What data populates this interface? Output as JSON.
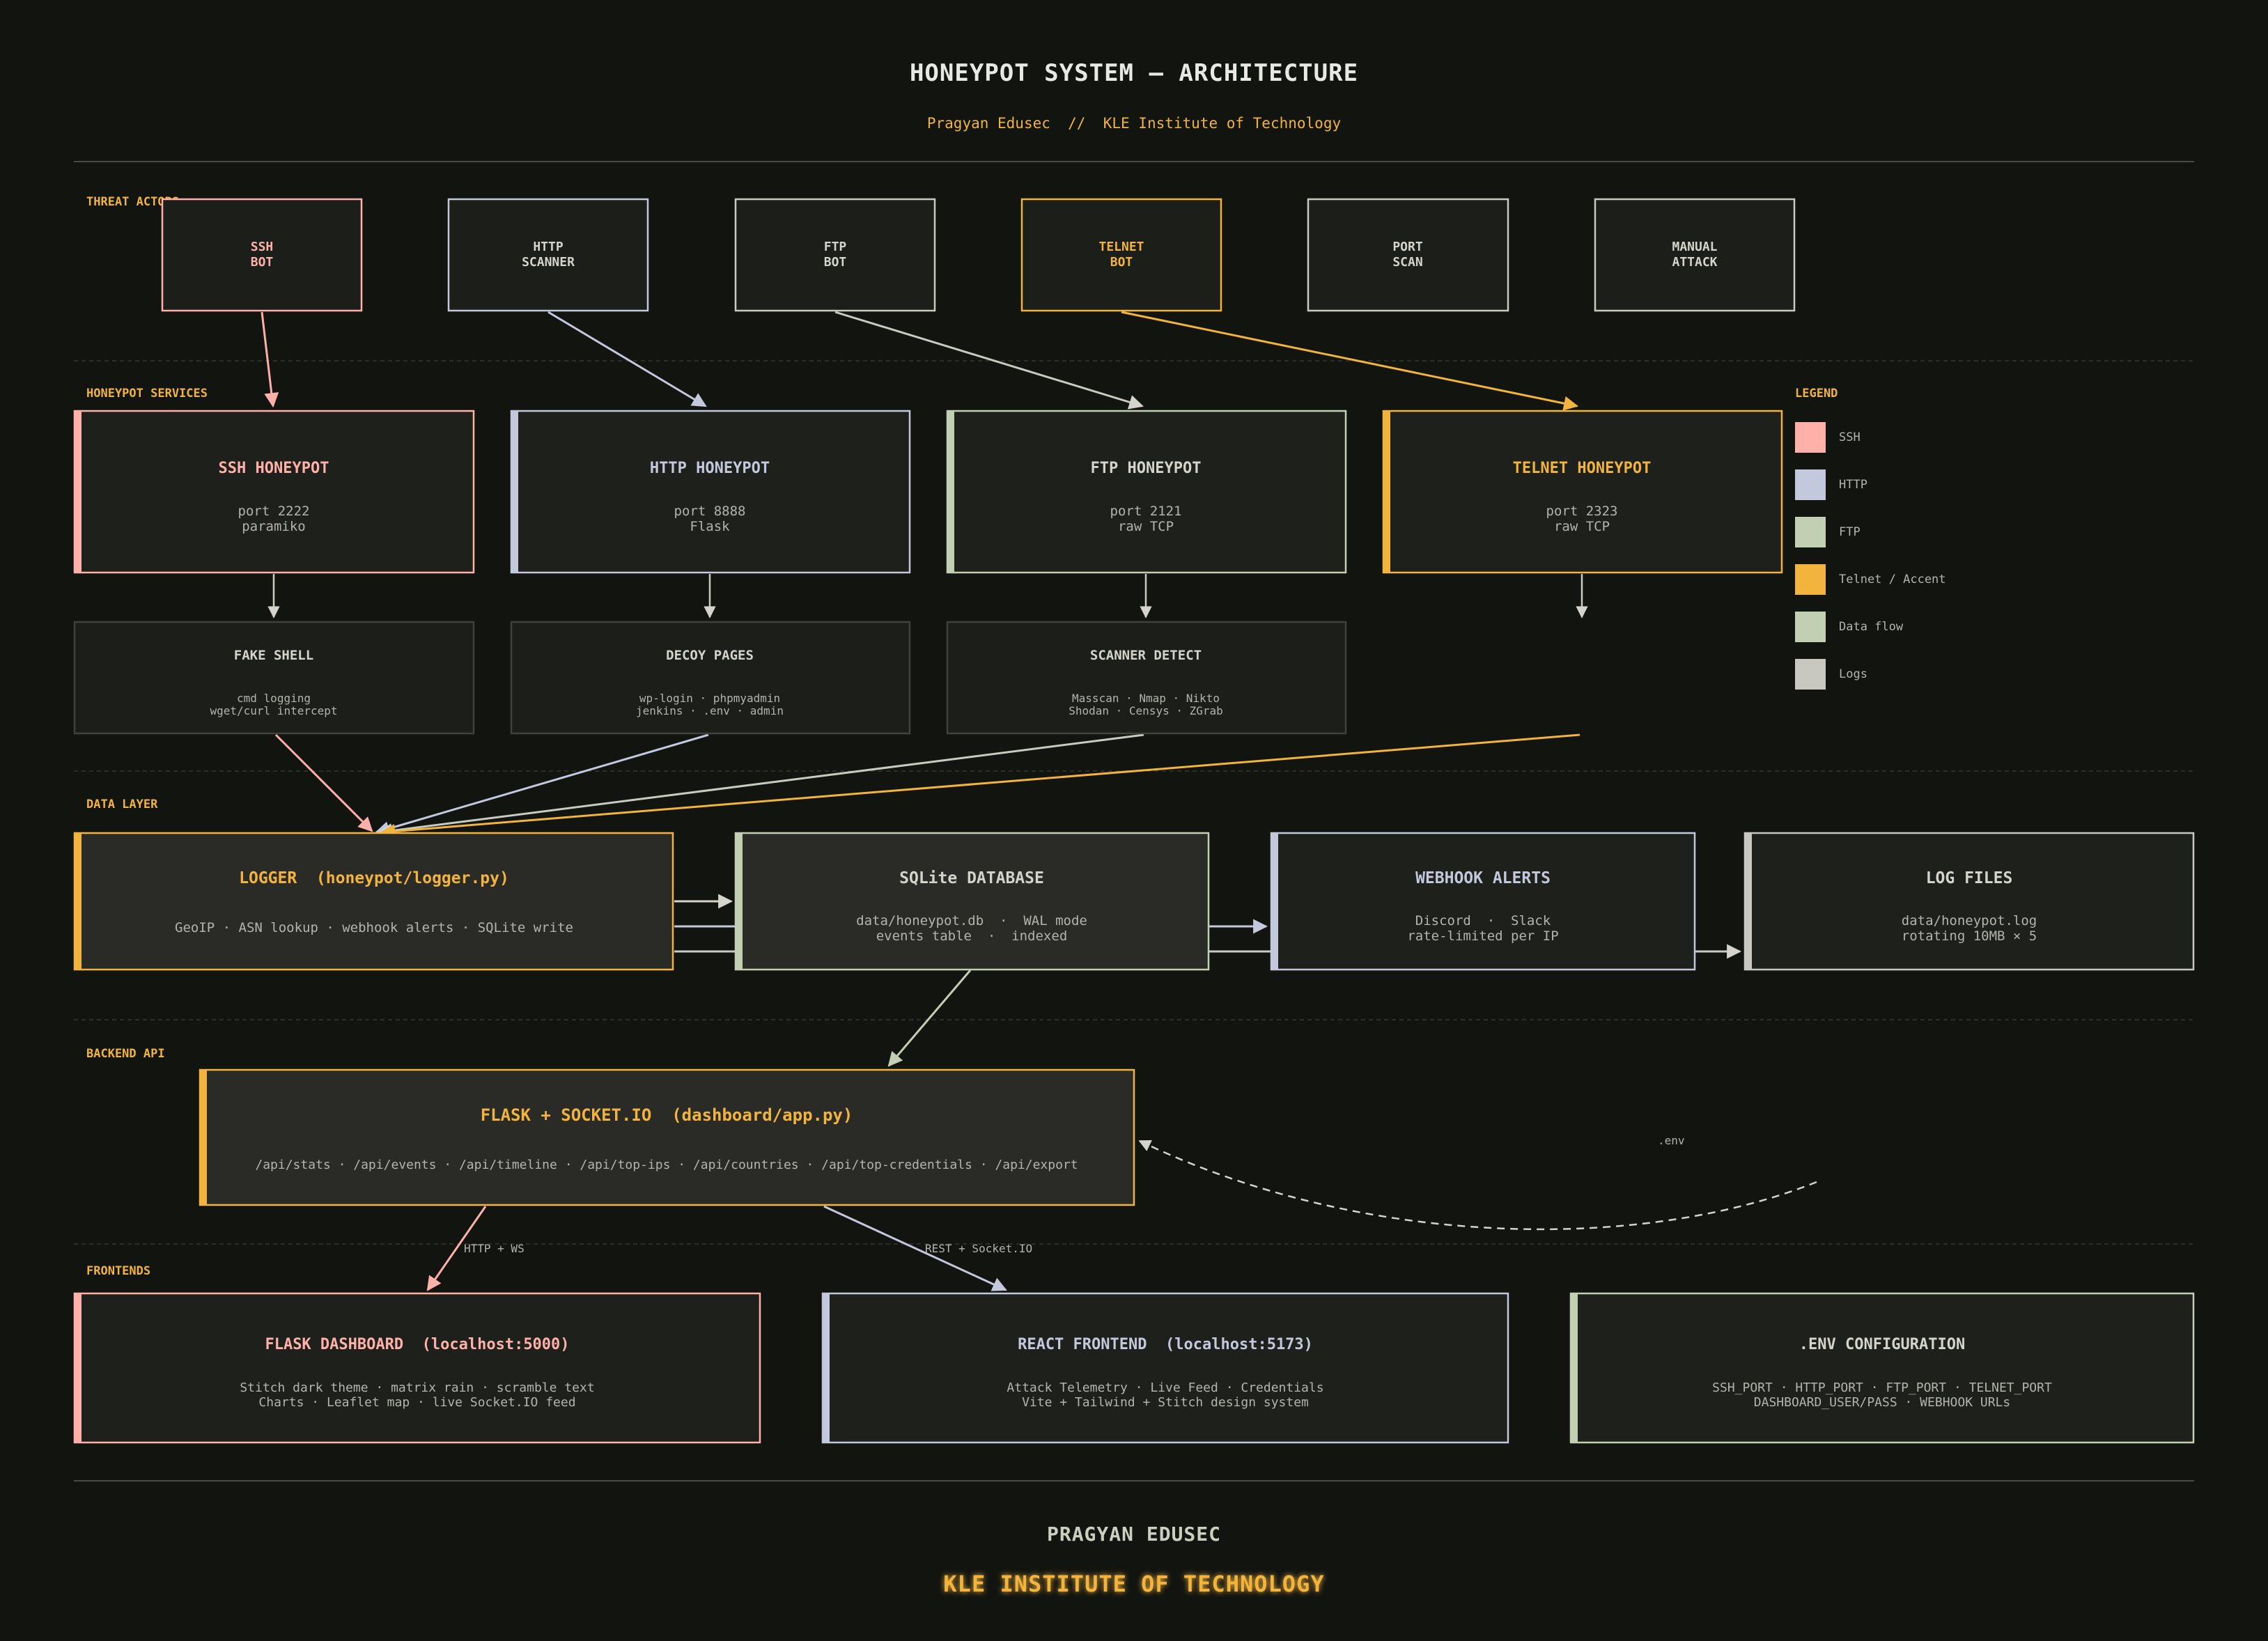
{
  "colors": {
    "ssh": "#ffb0a8",
    "http": "#c4c8dc",
    "ftp": "#c3cfb3",
    "accent": "#f2b43c",
    "dataflow": "#c3cfb3",
    "logs": "#c8c8c0",
    "neutral": "#d4d4cc"
  },
  "header": {
    "title": "HONEYPOT SYSTEM — ARCHITECTURE",
    "subtitle": "Pragyan Edusec  //  KLE Institute of Technology"
  },
  "sections": {
    "threat_actors": "THREAT ACTORS",
    "honeypot_services": "HONEYPOT SERVICES",
    "data_layer": "DATA LAYER",
    "backend_api": "BACKEND API",
    "frontends": "FRONTENDS"
  },
  "actors": [
    {
      "line1": "SSH",
      "line2": "BOT"
    },
    {
      "line1": "HTTP",
      "line2": "SCANNER"
    },
    {
      "line1": "FTP",
      "line2": "BOT"
    },
    {
      "line1": "TELNET",
      "line2": "BOT"
    },
    {
      "line1": "PORT",
      "line2": "SCAN"
    },
    {
      "line1": "MANUAL",
      "line2": "ATTACK"
    }
  ],
  "services": [
    {
      "name": "SSH HONEYPOT",
      "line1": "port 2222",
      "line2": "paramiko"
    },
    {
      "name": "HTTP HONEYPOT",
      "line1": "port 8888",
      "line2": "Flask"
    },
    {
      "name": "FTP HONEYPOT",
      "line1": "port 2121",
      "line2": "raw TCP"
    },
    {
      "name": "TELNET HONEYPOT",
      "line1": "port 2323",
      "line2": "raw TCP"
    }
  ],
  "subs": [
    {
      "name": "FAKE SHELL",
      "line1": "cmd logging",
      "line2": "wget/curl intercept"
    },
    {
      "name": "DECOY PAGES",
      "line1": "wp-login · phpmyadmin",
      "line2": "jenkins · .env · admin"
    },
    {
      "name": "SCANNER DETECT",
      "line1": "Masscan · Nmap · Nikto",
      "line2": "Shodan · Censys · ZGrab"
    }
  ],
  "legend": {
    "title": "LEGEND",
    "items": [
      {
        "label": "SSH"
      },
      {
        "label": "HTTP"
      },
      {
        "label": "FTP"
      },
      {
        "label": "Telnet / Accent"
      },
      {
        "label": "Data flow"
      },
      {
        "label": "Logs"
      }
    ]
  },
  "data_layer": {
    "logger": {
      "name": "LOGGER  (honeypot/logger.py)",
      "line1": "GeoIP · ASN lookup · webhook alerts · SQLite write"
    },
    "sqlite": {
      "name": "SQLite DATABASE",
      "line1": "data/honeypot.db  ·  WAL mode",
      "line2": "events table  ·  indexed"
    },
    "webhook": {
      "name": "WEBHOOK ALERTS",
      "line1": "Discord  ·  Slack",
      "line2": "rate-limited per IP"
    },
    "logfiles": {
      "name": "LOG FILES",
      "line1": "data/honeypot.log",
      "line2": "rotating 10MB × 5"
    }
  },
  "backend": {
    "name": "FLASK + SOCKET.IO  (dashboard/app.py)",
    "line1": "/api/stats · /api/events · /api/timeline · /api/top-ips · /api/countries · /api/top-credentials · /api/export",
    "env_label": ".env"
  },
  "edge_labels": {
    "http_ws": "HTTP + WS",
    "rest_socket": "REST + Socket.IO"
  },
  "frontends": [
    {
      "name": "FLASK DASHBOARD  (localhost:5000)",
      "line1": "Stitch dark theme · matrix rain · scramble text",
      "line2": "Charts · Leaflet map · live Socket.IO feed"
    },
    {
      "name": "REACT FRONTEND  (localhost:5173)",
      "line1": "Attack Telemetry · Live Feed · Credentials",
      "line2": "Vite + Tailwind + Stitch design system"
    },
    {
      "name": ".ENV CONFIGURATION",
      "line1": "SSH_PORT · HTTP_PORT · FTP_PORT · TELNET_PORT",
      "line2": "DASHBOARD_USER/PASS · WEBHOOK URLs"
    }
  ],
  "footer": {
    "line1": "PRAGYAN EDUSEC",
    "line2": "KLE INSTITUTE OF TECHNOLOGY"
  }
}
